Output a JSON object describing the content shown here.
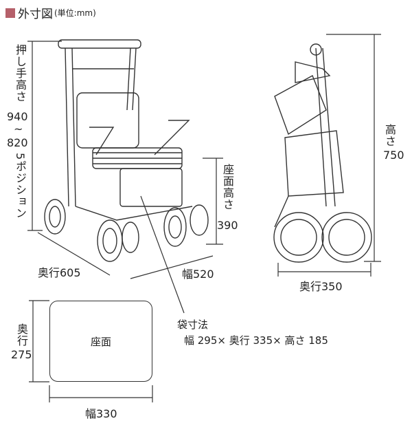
{
  "title": {
    "main": "外寸図",
    "unit": "(単位:mm)",
    "accent_color": "#b5606a"
  },
  "walker": {
    "handle_height_label": "押し手高さ",
    "handle_height_max": "940",
    "handle_height_sep": "~",
    "handle_height_min": "820",
    "handle_positions": "5ポジション",
    "seat_height_label": "座面高さ",
    "seat_height_value": "390",
    "depth_label": "奥行605",
    "width_label": "幅520"
  },
  "folded": {
    "height_label": "高さ",
    "height_value": "750",
    "depth_label": "奥行350"
  },
  "seat": {
    "label": "座面",
    "depth_label": "奥行",
    "depth_value": "275",
    "width_label": "幅330"
  },
  "bag": {
    "title": "袋寸法",
    "dims": "幅 295× 奥行 335× 高さ 185"
  }
}
